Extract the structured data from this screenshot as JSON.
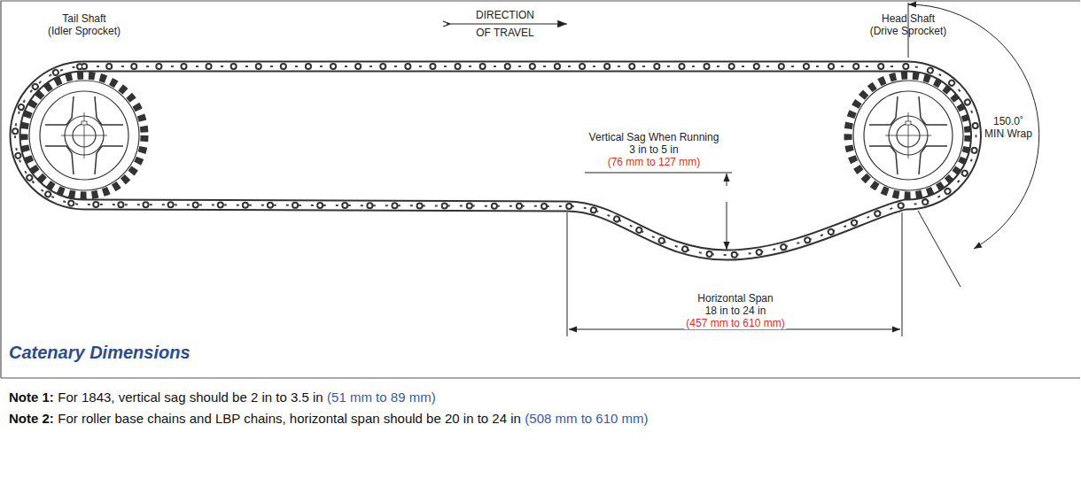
{
  "diagram": {
    "caption": "Catenary Dimensions",
    "labels": [
      "Tail Shaft",
      "(Idler Sprocket)",
      "DIRECTION",
      "OF TRAVEL",
      "Head Shaft",
      "(Drive Sprocket)",
      "150.0˚",
      "MIN Wrap",
      "Vertical Sag When Running",
      "3 in to 5 in",
      "(76 mm to 127 mm)",
      "Horizontal Span",
      "18 in to 24 in",
      "(457 mm to 610 mm)",
      "Note 1:",
      "For 1843, vertical sag should be 2 in to 3.5 in",
      "(51 mm to 89 mm)",
      "Note 2:",
      "For roller base chains and LBP chains, horizontal span should be 20 in to 24 in",
      "(508 mm to 610 mm)"
    ]
  }
}
